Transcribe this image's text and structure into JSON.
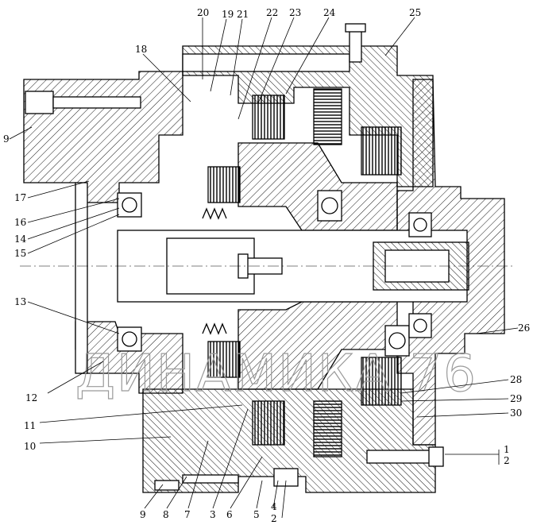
{
  "callouts": {
    "top": [
      "20",
      "19",
      "21",
      "22",
      "23",
      "24",
      "25",
      "18"
    ],
    "left": [
      "9",
      "17",
      "16",
      "14",
      "15",
      "13",
      "12",
      "11",
      "10"
    ],
    "bottom": [
      "9",
      "8",
      "7",
      "3",
      "6",
      "5",
      "4",
      "2"
    ],
    "right": [
      "26",
      "28",
      "29",
      "30",
      "1",
      "2"
    ]
  },
  "watermark": "ДИНАМИКА 76"
}
